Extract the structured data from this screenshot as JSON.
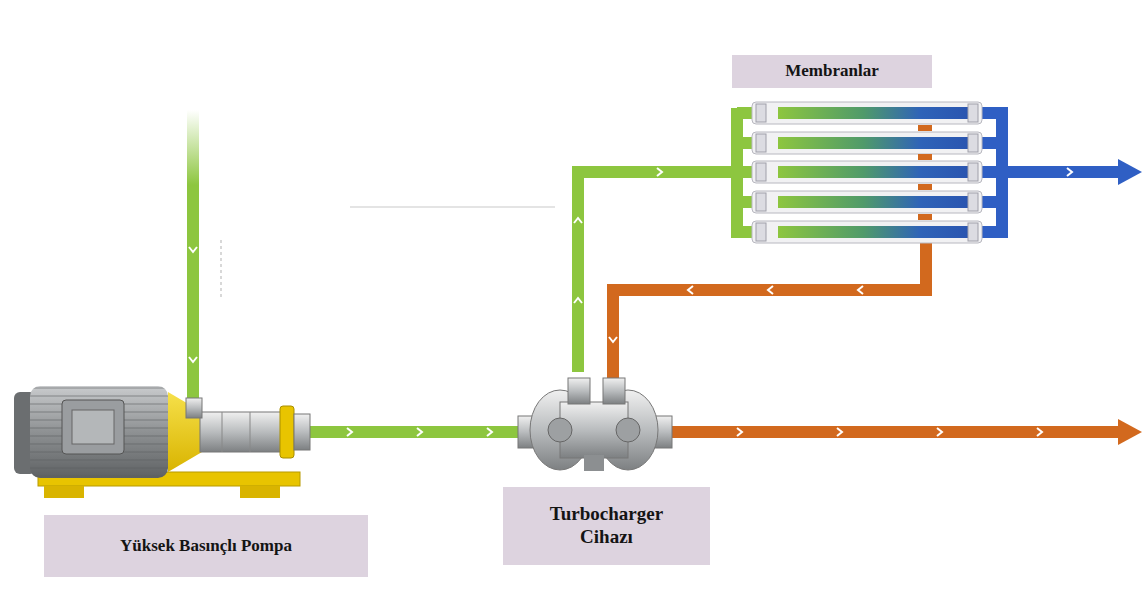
{
  "diagram": {
    "nodes": [
      {
        "text": [
          "Membranlar"
        ]
      },
      {
        "text": [
          "Yüksek Basınçlı Pompa"
        ]
      },
      {
        "text": [
          "Turbocharger Cihazı"
        ]
      }
    ]
  }
}
